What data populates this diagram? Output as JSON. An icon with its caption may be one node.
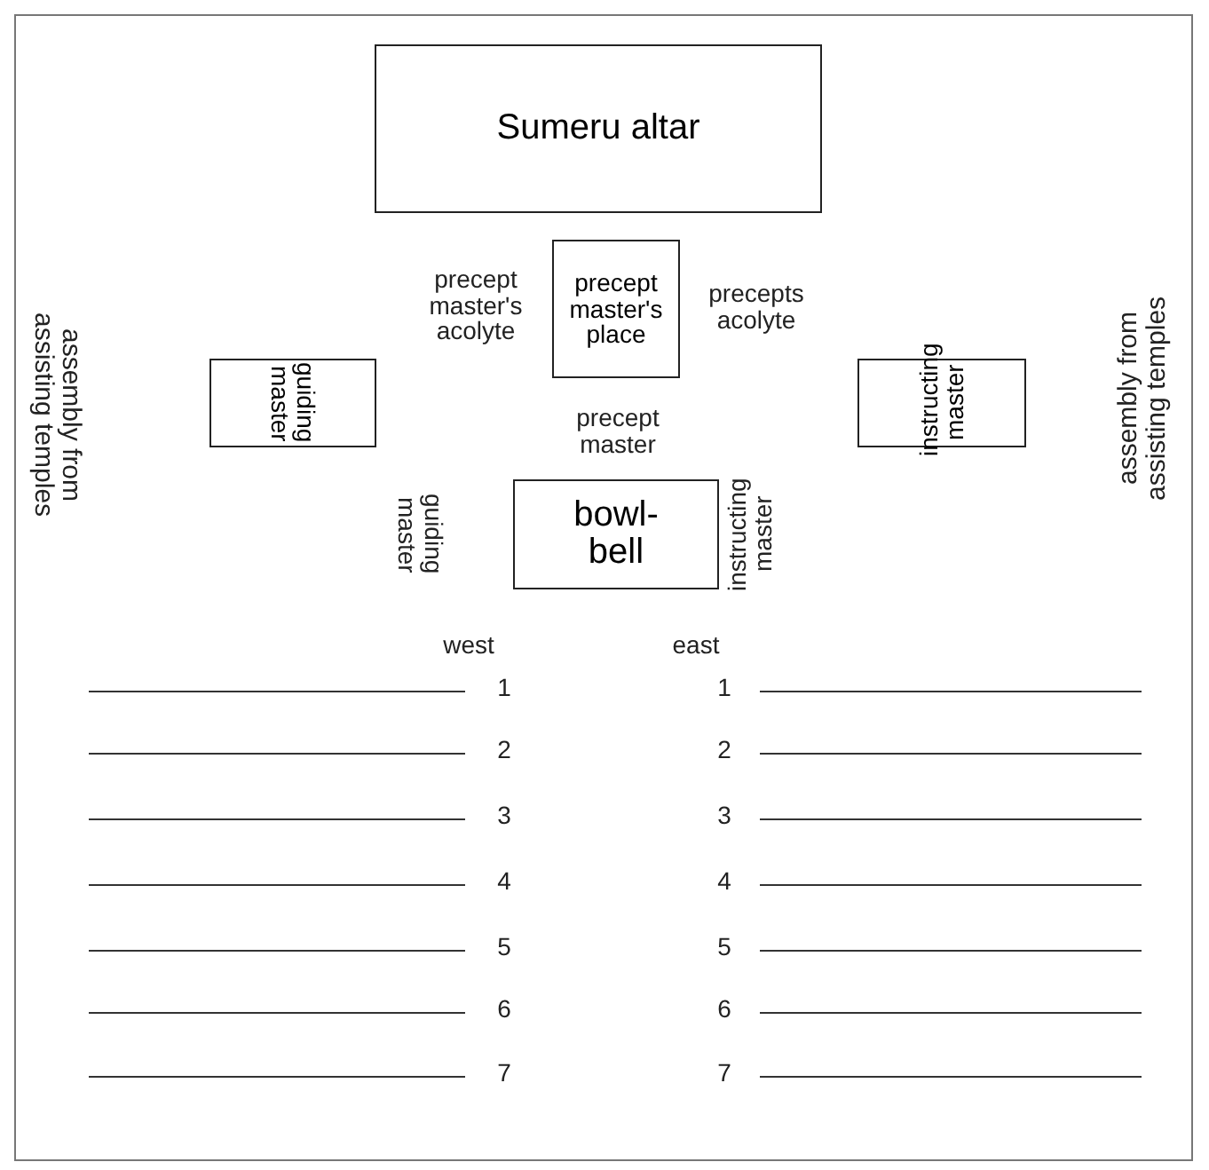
{
  "diagram": {
    "nodes": [
      {
        "text": [
          "Sumeru altar"
        ]
      },
      {
        "text": [
          "precept master's place"
        ]
      },
      {
        "text": [
          "guiding master"
        ]
      },
      {
        "text": [
          "instructing master"
        ]
      },
      {
        "text": [
          "bowl-bell"
        ]
      }
    ],
    "edges": [],
    "labels": [
      "precept master's acolyte",
      "precepts acolyte",
      "assembly from assisting temples",
      "assembly from assisting temples",
      "precept master",
      "guiding master",
      "instructing master",
      "west",
      "east",
      "1",
      "1",
      "2",
      "2",
      "3",
      "3",
      "4",
      "4",
      "5",
      "5",
      "6",
      "6",
      "7",
      "7"
    ]
  }
}
